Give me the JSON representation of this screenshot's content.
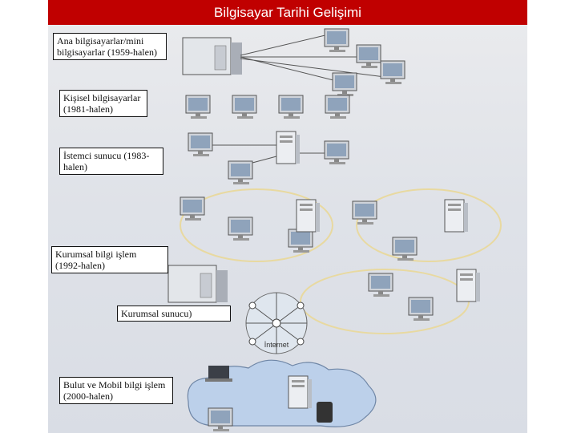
{
  "title": "Bilgisayar Tarihi Gelişimi",
  "eras": [
    {
      "label": "Ana bilgisayarlar/mini bilgisayarlar  (1959-halen)"
    },
    {
      "label": "Kişisel bilgisayarlar (1981-halen)"
    },
    {
      "label": "İstemci sunucu (1983-halen)"
    },
    {
      "label": "Kurumsal  bilgi işlem (1992-halen)"
    },
    {
      "label": "Kurumsal sunucu)"
    },
    {
      "label": "Bulut ve Mobil bilgi işlem (2000-halen)"
    }
  ],
  "internet_label": "İnternet",
  "colors": {
    "title_bar": "#c00000",
    "label_border": "#111111"
  }
}
